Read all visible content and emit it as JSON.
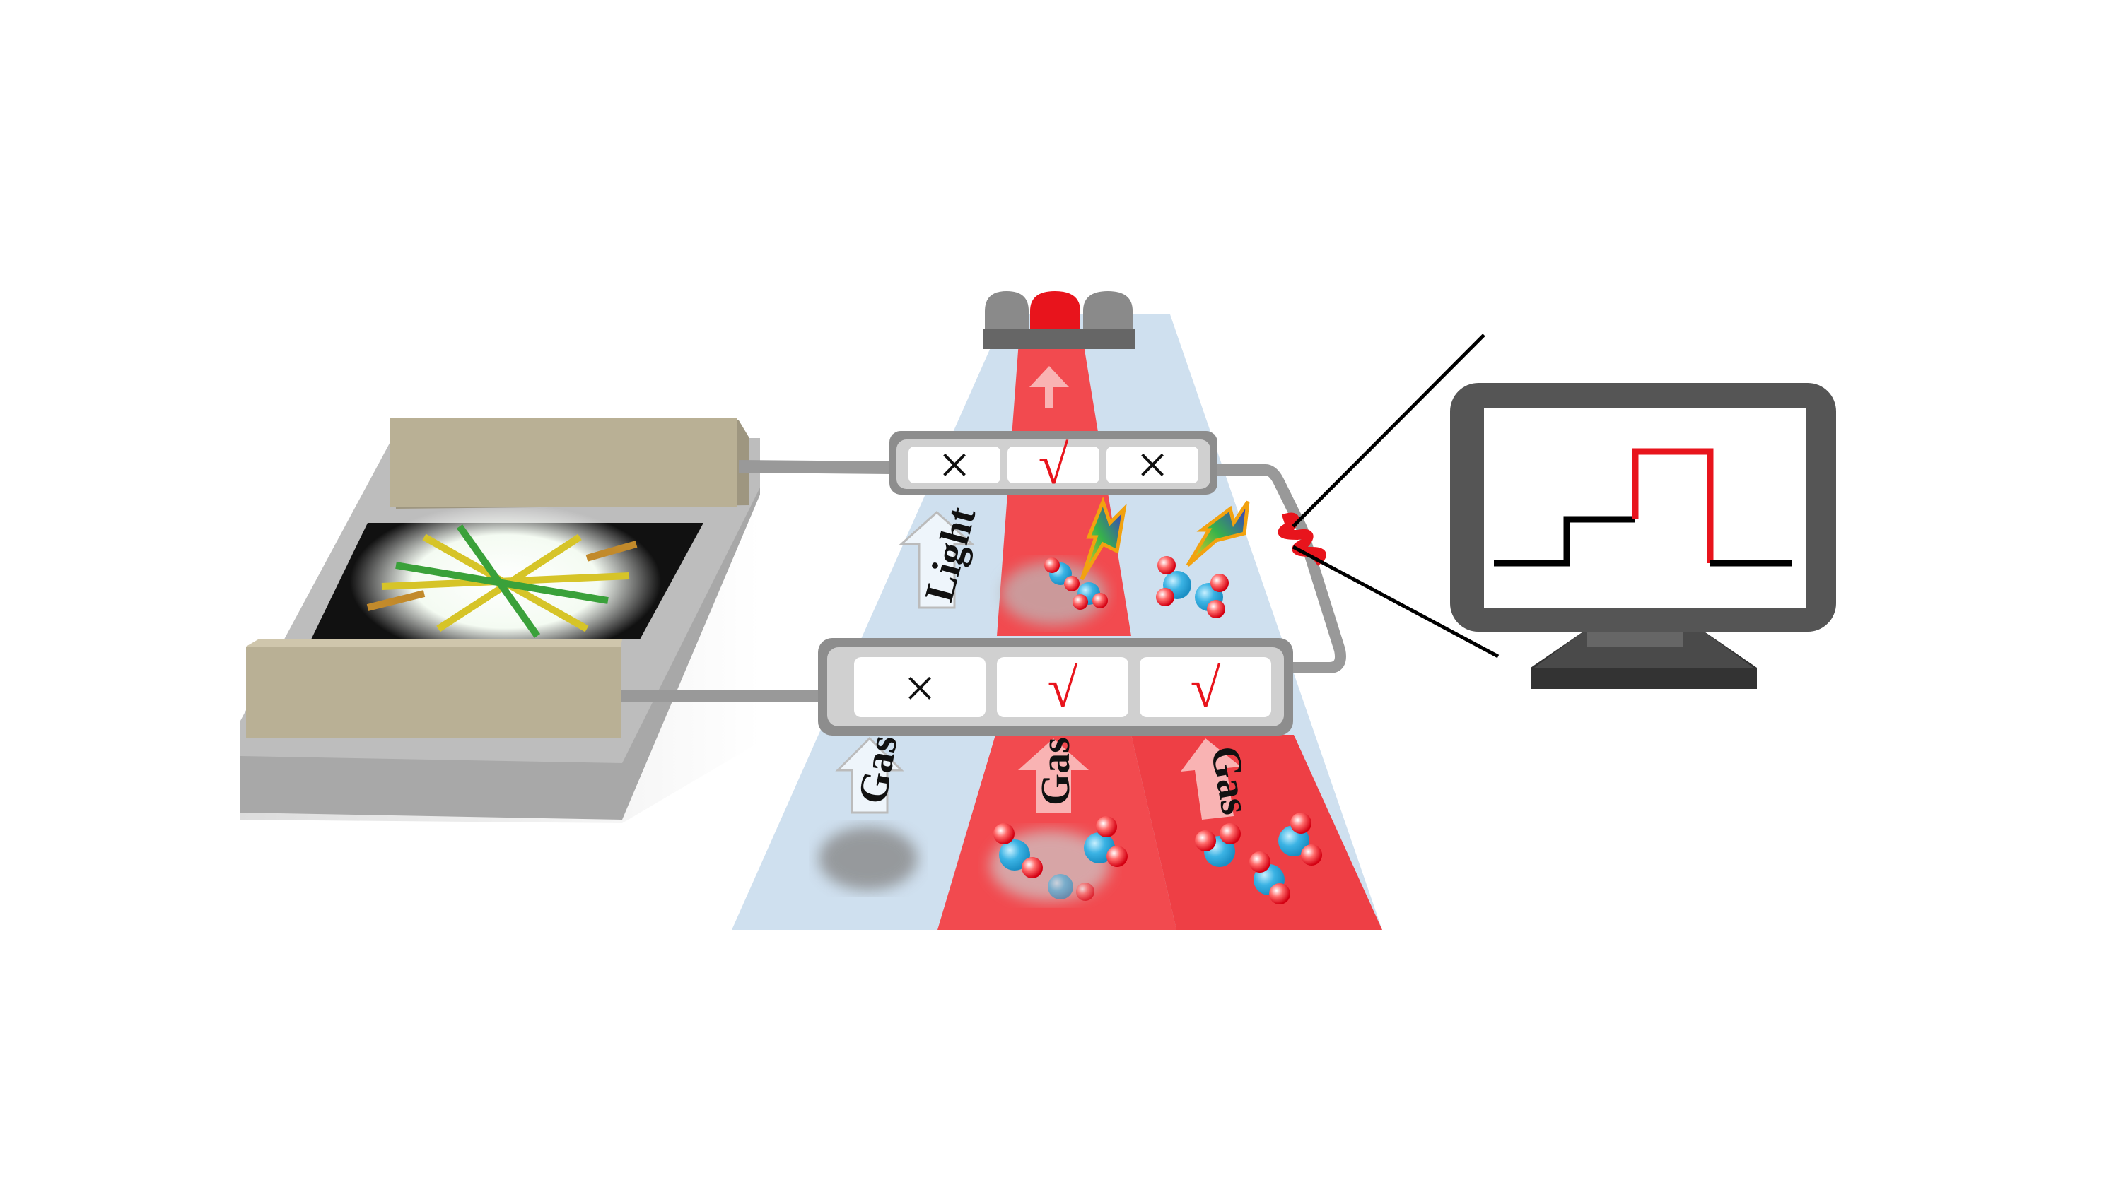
{
  "labels": {
    "light": "Light",
    "gas_left": "Gas",
    "gas_middle": "Gas",
    "gas_right": "Gas"
  },
  "top_row_marks": [
    "×",
    "√",
    "×"
  ],
  "bottom_row_marks": [
    "×",
    "√",
    "√"
  ],
  "colors": {
    "lane_blue": "#cfe0ef",
    "lane_red": "#f24a4f",
    "signal_red": "#e8141c",
    "device_gray": "#a9a9a9",
    "electrode": "#b7ad93"
  },
  "signal_trace": {
    "levels": [
      0,
      1,
      3,
      0
    ],
    "highlighted_level_index": 2
  }
}
